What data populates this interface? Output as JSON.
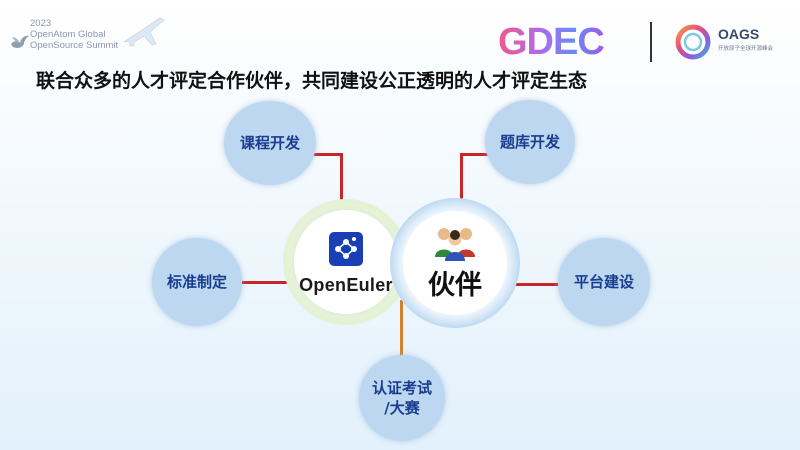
{
  "header": {
    "summit_lines": [
      "2023",
      "OpenAtom Global",
      "OpenSource Summit"
    ],
    "gdec_logo": "GDEC",
    "oags_logo": "OAGS",
    "oags_sub": "开放原子全球开源峰会"
  },
  "title": "联合众多的人才评定合作伙伴，共同建设公正透明的人才评定生态",
  "center": {
    "openeuler": "OpenEuler",
    "partner": "伙伴"
  },
  "nodes": {
    "top_left": "课程开发",
    "top_right": "题库开发",
    "left": "标准制定",
    "right": "平台建设",
    "bottom_line1": "认证考试",
    "bottom_line2": "/大赛"
  },
  "colors": {
    "connector_red": "#c8262b",
    "connector_orange": "#d5812e",
    "node_fill": "#bcd7ef",
    "node_text": "#1a3d8f",
    "openeuler_blue": "#1a3fb5"
  },
  "icons": [
    "dove-icon",
    "plane-icon",
    "oags-ring-icon",
    "openeuler-cube-icon",
    "people-group-icon"
  ]
}
